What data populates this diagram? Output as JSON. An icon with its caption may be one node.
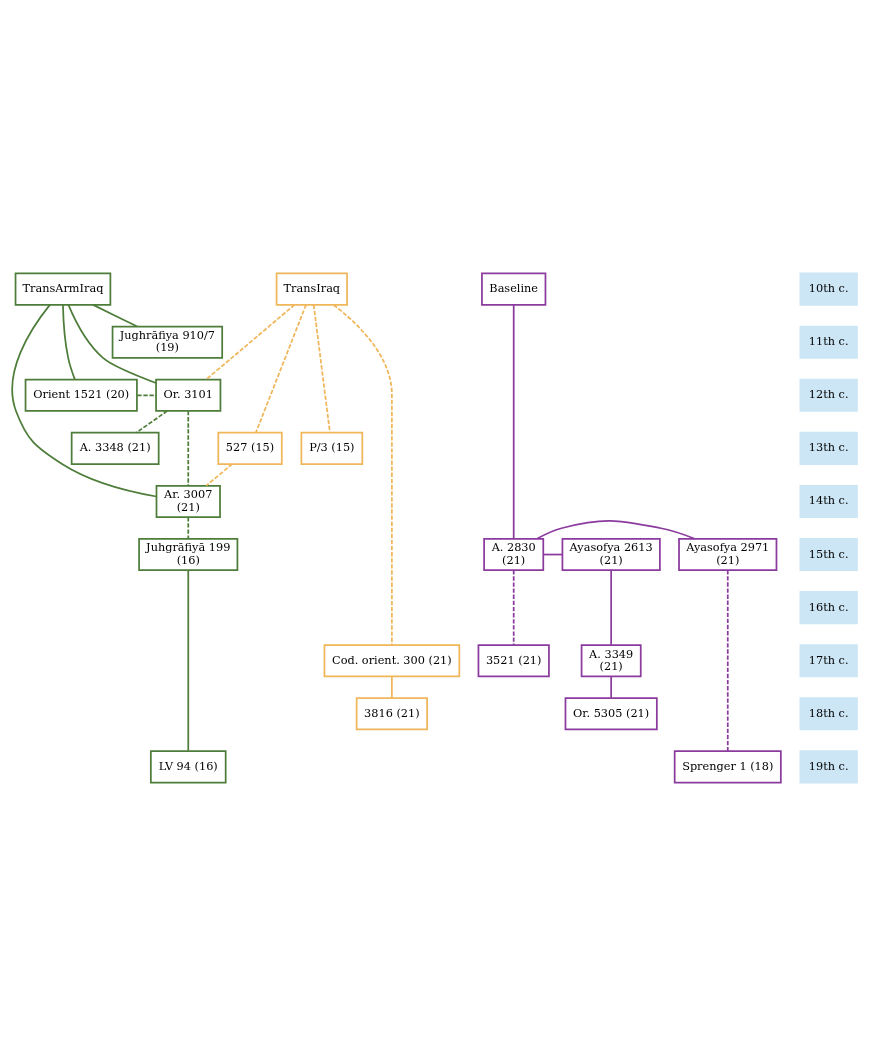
{
  "diagram": {
    "nodes": [
      {
        "text": [
          "TransArmIraq"
        ]
      },
      {
        "text": [
          "TransIraq"
        ]
      },
      {
        "text": [
          "Baseline"
        ]
      },
      {
        "text": [
          "Jughrāfiya 910/7 (19)"
        ]
      },
      {
        "text": [
          "Orient 1521 (20)"
        ]
      },
      {
        "text": [
          "Or. 3101"
        ]
      },
      {
        "text": [
          "A. 3348 (21)"
        ]
      },
      {
        "text": [
          "527 (15)"
        ]
      },
      {
        "text": [
          "P/3 (15)"
        ]
      },
      {
        "text": [
          "Ar. 3007 (21)"
        ]
      },
      {
        "text": [
          "Juhgrāfiyā 199 (16)"
        ]
      },
      {
        "text": [
          "A. 2830 (21)"
        ]
      },
      {
        "text": [
          "Ayasofya 2971 (21)"
        ]
      },
      {
        "text": [
          "Ayasofya 2613 (21)"
        ]
      },
      {
        "text": [
          "A. 3349 (21)"
        ]
      },
      {
        "text": [
          "Cod. orient. 300 (21)"
        ]
      },
      {
        "text": [
          "3521 (21)"
        ]
      },
      {
        "text": [
          "3816 (21)"
        ]
      },
      {
        "text": [
          "Or. 5305 (21)"
        ]
      },
      {
        "text": [
          "LV 94 (16)"
        ]
      },
      {
        "text": [
          "Sprenger 1 (18)"
        ]
      },
      {
        "text": [
          "10th c."
        ]
      },
      {
        "text": [
          "11th c."
        ]
      },
      {
        "text": [
          "12th c."
        ]
      },
      {
        "text": [
          "13th c."
        ]
      },
      {
        "text": [
          "14th c."
        ]
      },
      {
        "text": [
          "15th c."
        ]
      },
      {
        "text": [
          "16th c."
        ]
      },
      {
        "text": [
          "17th c."
        ]
      },
      {
        "text": [
          "18th c."
        ]
      },
      {
        "text": [
          "19th c."
        ]
      }
    ],
    "edges": [
      {
        "from": 0,
        "to": 3,
        "arrow": "none"
      },
      {
        "from": 0,
        "to": 4,
        "arrow": "none"
      },
      {
        "from": 0,
        "to": 5,
        "arrow": "none"
      },
      {
        "from": 0,
        "to": 9,
        "arrow": "none"
      },
      {
        "from": 4,
        "to": 5,
        "arrow": "none",
        "style": "dashed"
      },
      {
        "from": 5,
        "to": 6,
        "arrow": "none",
        "style": "dashed"
      },
      {
        "from": 5,
        "to": 9,
        "arrow": "none",
        "style": "dashed"
      },
      {
        "from": 1,
        "to": 5,
        "arrow": "none",
        "style": "dashed",
        "color": "#f0b65a"
      },
      {
        "from": 1,
        "to": 7,
        "arrow": "none",
        "style": "dashed",
        "color": "#f0b65a"
      },
      {
        "from": 1,
        "to": 8,
        "arrow": "none",
        "style": "dashed",
        "color": "#f0b65a"
      },
      {
        "from": 7,
        "to": 9,
        "arrow": "none",
        "style": "dashed",
        "color": "#f0b65a"
      },
      {
        "from": 9,
        "to": 10,
        "arrow": "none",
        "style": "dashed"
      },
      {
        "from": 1,
        "to": 15,
        "arrow": "none",
        "style": "dashed",
        "color": "#f0b65a"
      },
      {
        "from": 2,
        "to": 11,
        "arrow": "none",
        "color": "#8b3a9e"
      },
      {
        "from": 11,
        "to": 16,
        "arrow": "none",
        "style": "dashed",
        "color": "#8b3a9e"
      },
      {
        "from": 11,
        "to": 12,
        "arrow": "none",
        "color": "#8b3a9e"
      },
      {
        "from": 11,
        "to": 13,
        "arrow": "none",
        "color": "#8b3a9e"
      },
      {
        "from": 13,
        "to": 14,
        "arrow": "none",
        "color": "#8b3a9e"
      },
      {
        "from": 12,
        "to": 20,
        "arrow": "none",
        "style": "dashed",
        "color": "#8b3a9e"
      },
      {
        "from": 15,
        "to": 17,
        "arrow": "none",
        "color": "#f0b65a"
      },
      {
        "from": 14,
        "to": 18,
        "arrow": "none",
        "color": "#8b3a9e"
      },
      {
        "from": 10,
        "to": 19,
        "arrow": "none"
      }
    ]
  }
}
